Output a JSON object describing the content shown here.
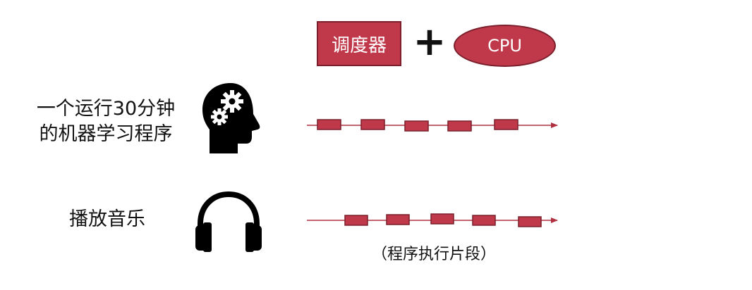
{
  "header": {
    "scheduler_label": "调度器",
    "plus_symbol": "+",
    "cpu_label": "CPU"
  },
  "tasks": [
    {
      "label_line1": "一个运行30分钟",
      "label_line2": "的机器学习程序",
      "icon": "head-gears-icon",
      "segments": 5
    },
    {
      "label": "播放音乐",
      "icon": "headphones-icon",
      "segments": 5
    }
  ],
  "caption": "（程序执行片段）",
  "colors": {
    "accent": "#c0394b",
    "accent_border": "#7a1f2b",
    "line": "#b03040"
  }
}
